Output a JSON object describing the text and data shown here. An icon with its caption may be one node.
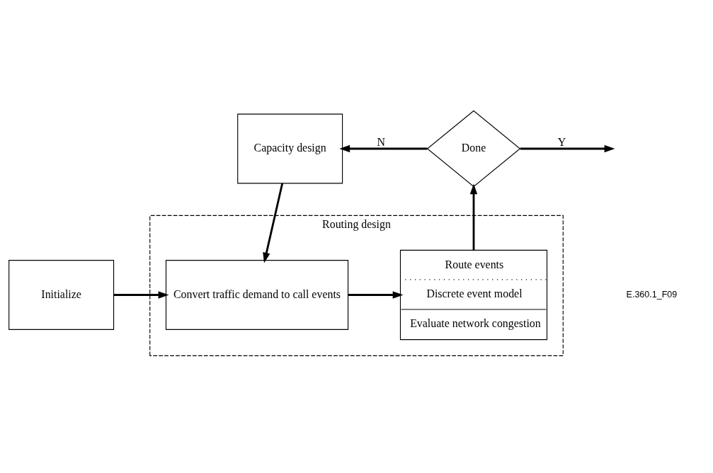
{
  "diagram": {
    "nodes": [
      {
        "text": [
          "Routing design"
        ]
      },
      {
        "text": [
          "Initialize"
        ]
      },
      {
        "text": [
          "Convert traffic demand to call events"
        ],
        "in": 0
      },
      {
        "text": [
          "Route events",
          "Discrete event model",
          "Evaluate network congestion"
        ],
        "in": 0
      },
      {
        "text": [
          "Done"
        ]
      },
      {
        "text": [
          "Capacity design"
        ]
      }
    ],
    "edges": [
      {
        "from": 1,
        "to": 2,
        "arrow": "to"
      },
      {
        "from": 2,
        "to": 3,
        "arrow": "to"
      },
      {
        "from": 3,
        "to": 4,
        "arrow": "to"
      },
      {
        "from": 4,
        "to": 5,
        "arrow": "to",
        "label": "N"
      },
      {
        "from": 4,
        "to": null,
        "arrow": "to",
        "label": "Y"
      },
      {
        "from": 5,
        "to": 2,
        "arrow": "to"
      }
    ],
    "labels": [
      "E.360.1_F09"
    ]
  }
}
